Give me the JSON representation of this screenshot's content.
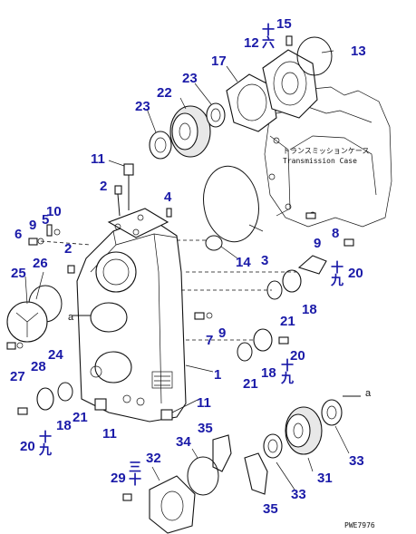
{
  "diagram": {
    "code": "PWE7976",
    "case_label_jp": "トランスミッションケース",
    "case_label_en": "Transmission Case",
    "arrow_ref_left": "a",
    "arrow_ref_right": "a",
    "callouts": [
      {
        "id": "c1",
        "text": "1"
      },
      {
        "id": "c2a",
        "text": "2"
      },
      {
        "id": "c2b",
        "text": "2"
      },
      {
        "id": "c3",
        "text": "3"
      },
      {
        "id": "c4",
        "text": "4"
      },
      {
        "id": "c5",
        "text": "5"
      },
      {
        "id": "c6",
        "text": "6"
      },
      {
        "id": "c7",
        "text": "7"
      },
      {
        "id": "c8",
        "text": "8"
      },
      {
        "id": "c9a",
        "text": "9"
      },
      {
        "id": "c9b",
        "text": "9"
      },
      {
        "id": "c9c",
        "text": "9"
      },
      {
        "id": "c10",
        "text": "10"
      },
      {
        "id": "c11a",
        "text": "11"
      },
      {
        "id": "c11b",
        "text": "11"
      },
      {
        "id": "c11c",
        "text": "11"
      },
      {
        "id": "c12",
        "text": "12"
      },
      {
        "id": "c13",
        "text": "13"
      },
      {
        "id": "c14",
        "text": "14"
      },
      {
        "id": "c15",
        "text": "15"
      },
      {
        "id": "c17",
        "text": "17"
      },
      {
        "id": "c18a",
        "text": "18"
      },
      {
        "id": "c18b",
        "text": "18"
      },
      {
        "id": "c18c",
        "text": "18"
      },
      {
        "id": "c20a",
        "text": "20"
      },
      {
        "id": "c20b",
        "text": "20"
      },
      {
        "id": "c20c",
        "text": "20"
      },
      {
        "id": "c21a",
        "text": "21"
      },
      {
        "id": "c21b",
        "text": "21"
      },
      {
        "id": "c21c",
        "text": "21"
      },
      {
        "id": "c22",
        "text": "22"
      },
      {
        "id": "c23a",
        "text": "23"
      },
      {
        "id": "c23b",
        "text": "23"
      },
      {
        "id": "c24",
        "text": "24"
      },
      {
        "id": "c25",
        "text": "25"
      },
      {
        "id": "c26",
        "text": "26"
      },
      {
        "id": "c27",
        "text": "27"
      },
      {
        "id": "c28",
        "text": "28"
      },
      {
        "id": "c29",
        "text": "29"
      },
      {
        "id": "c31",
        "text": "31"
      },
      {
        "id": "c32",
        "text": "32"
      },
      {
        "id": "c33a",
        "text": "33"
      },
      {
        "id": "c33b",
        "text": "33"
      },
      {
        "id": "c34",
        "text": "34"
      },
      {
        "id": "c35a",
        "text": "35"
      },
      {
        "id": "c35b",
        "text": "35"
      }
    ],
    "kanji_marks": [
      {
        "id": "k16",
        "text": "十六"
      },
      {
        "id": "k19a",
        "text": "十九"
      },
      {
        "id": "k19b",
        "text": "十九"
      },
      {
        "id": "k19c",
        "text": "十九"
      },
      {
        "id": "k30",
        "text": "三十"
      }
    ]
  }
}
